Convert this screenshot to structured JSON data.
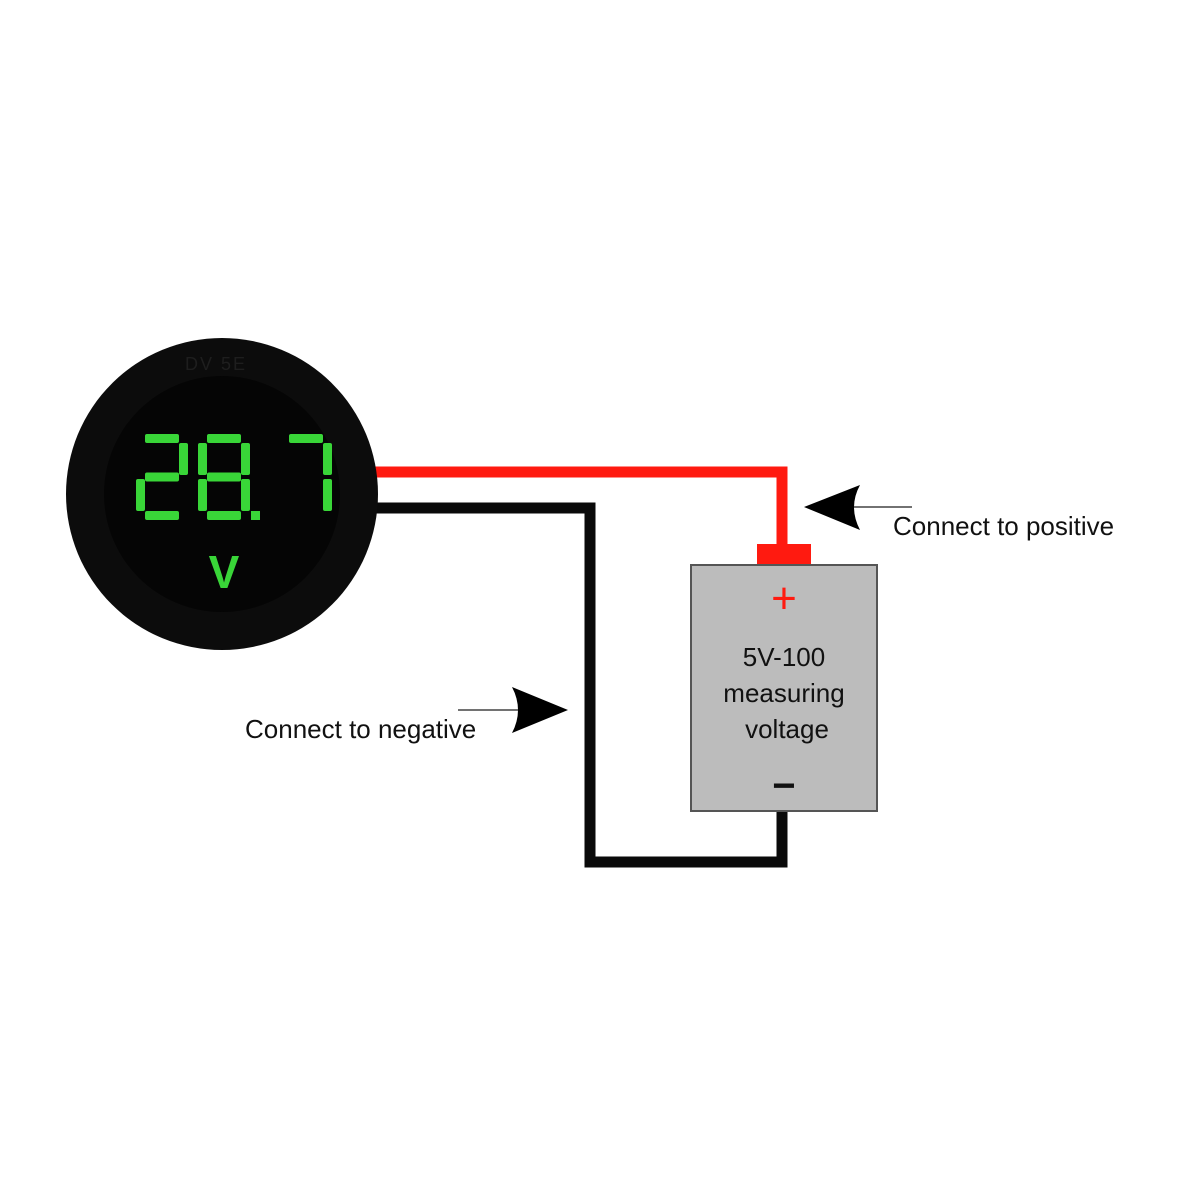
{
  "meter": {
    "model_text": "DV 5E",
    "reading": "28.7",
    "unit": "V",
    "display_color": "#39d638",
    "bezel_color": "#0c0c0c"
  },
  "battery": {
    "plus_symbol": "+",
    "minus_symbol": "−",
    "label_lines": [
      "5V-100",
      "measuring",
      "voltage"
    ],
    "body_color": "#bcbcbc",
    "terminal_color": "#ff1a10"
  },
  "wires": {
    "positive_color": "#ff1a10",
    "negative_color": "#0a0a0a"
  },
  "annotations": {
    "positive_label": "Connect to positive",
    "negative_label": "Connect to negative"
  }
}
